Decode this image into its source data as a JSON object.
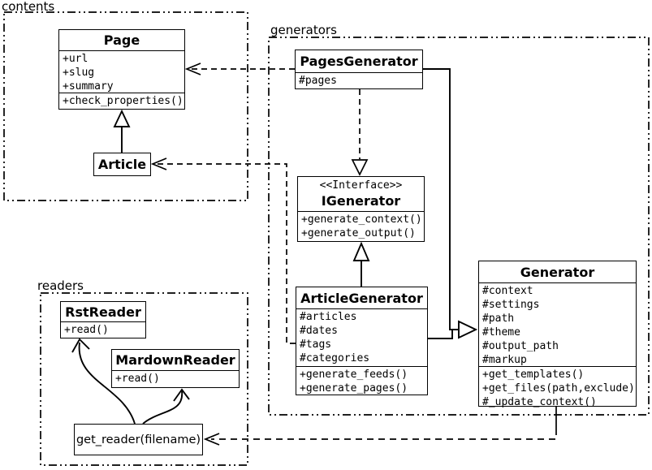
{
  "diagram_type": "uml-class-diagram",
  "colors": {
    "line": "#000000",
    "background": "#ffffff",
    "box_fill": "#ffffff"
  },
  "packages": {
    "contents": {
      "label": "contents"
    },
    "generators": {
      "label": "generators"
    },
    "readers": {
      "label": "readers"
    }
  },
  "classes": {
    "page": {
      "name": "Page",
      "attributes": [
        "+url",
        "+slug",
        "+summary"
      ],
      "methods": [
        "+check_properties()"
      ]
    },
    "article": {
      "name": "Article"
    },
    "pages_generator": {
      "name": "PagesGenerator",
      "attributes": [
        "#pages"
      ]
    },
    "igenerator": {
      "stereotype": "<<Interface>>",
      "name": "IGenerator",
      "methods": [
        "+generate_context()",
        "+generate_output()"
      ]
    },
    "article_generator": {
      "name": "ArticleGenerator",
      "attributes": [
        "#articles",
        "#dates",
        "#tags",
        "#categories"
      ],
      "methods": [
        "+generate_feeds()",
        "+generate_pages()"
      ]
    },
    "generator": {
      "name": "Generator",
      "attributes": [
        "#context",
        "#settings",
        "#path",
        "#theme",
        "#output_path",
        "#markup"
      ],
      "methods": [
        "+get_templates()",
        "+get_files(path,exclude)",
        "#_update_context()"
      ]
    },
    "rst_reader": {
      "name": "RstReader",
      "methods": [
        "+read()"
      ]
    },
    "mardown_reader": {
      "name": "MardownReader",
      "methods": [
        "+read()"
      ]
    },
    "get_reader": {
      "name": "get_reader(filename)"
    }
  },
  "relationships": [
    {
      "from": "PagesGenerator",
      "to": "Page",
      "type": "dashed-dependency-arrow"
    },
    {
      "from": "PagesGenerator",
      "to": "IGenerator",
      "type": "dashed-realization-triangle"
    },
    {
      "from": "Article",
      "to": "Page",
      "type": "solid-inheritance-triangle"
    },
    {
      "from": "ArticleGenerator",
      "to": "Article",
      "type": "dashed-dependency-arrow"
    },
    {
      "from": "ArticleGenerator",
      "to": "IGenerator",
      "type": "solid-inheritance-triangle"
    },
    {
      "from": "PagesGenerator",
      "to": "Generator",
      "type": "solid-inheritance-triangle"
    },
    {
      "from": "ArticleGenerator",
      "to": "Generator",
      "type": "solid-inheritance-triangle"
    },
    {
      "from": "Generator",
      "to": "get_reader(filename)",
      "type": "dashed-dependency-arrow"
    },
    {
      "from": "get_reader(filename)",
      "to": "RstReader",
      "type": "curved-arrow"
    },
    {
      "from": "get_reader(filename)",
      "to": "MardownReader",
      "type": "curved-arrow"
    }
  ]
}
